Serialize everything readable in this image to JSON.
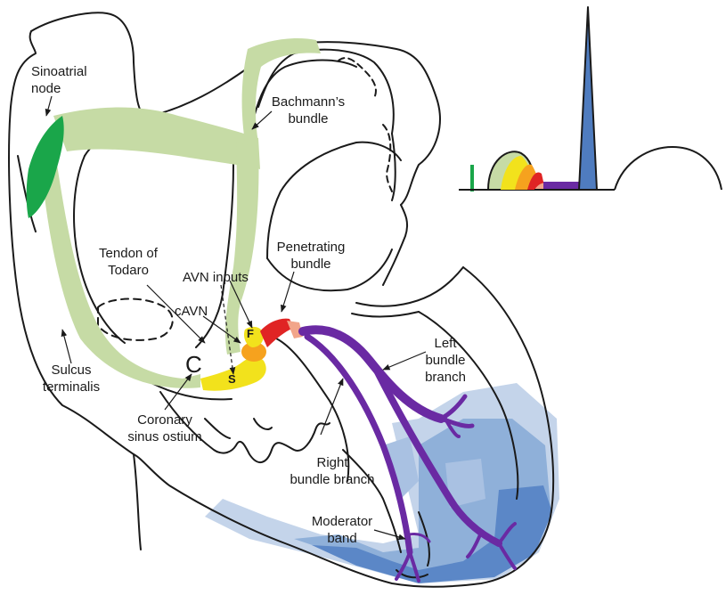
{
  "labels": {
    "sinoatrial_node": "Sinoatrial\nnode",
    "bachmanns_bundle": "Bachmann’s\nbundle",
    "tendon_of_todaro": "Tendon of\nTodaro",
    "penetrating_bundle": "Penetrating\nbundle",
    "avn_inputs": "AVN inputs",
    "cavn": "cAVN",
    "left_bundle_branch": "Left\nbundle\nbranch",
    "sulcus_terminalis": "Sulcus\nterminalis",
    "coronary_sinus_ostium": "Coronary\nsinus ostium",
    "right_bundle_branch": "Right\nbundle branch",
    "moderator_band": "Moderator\nband"
  },
  "markers": {
    "fast_pathway": "F",
    "slow_pathway": "S",
    "coronary_sinus": "C"
  },
  "colors": {
    "sa_node": "#1aa64a",
    "atrial_conduction": "#c6dba5",
    "slow_pathway": "#f2e21c",
    "compact_avn": "#f6a21e",
    "his_bundle": "#e02424",
    "penetrating": "#f2a58a",
    "bundle_branches": "#6a2aa3",
    "purkinje_light": "#c4d4ea",
    "purkinje_mid": "#8fb0d9",
    "purkinje_dark": "#5b87c7",
    "qrs_spike": "#4f7cbf",
    "outline": "#1a1a1a"
  }
}
